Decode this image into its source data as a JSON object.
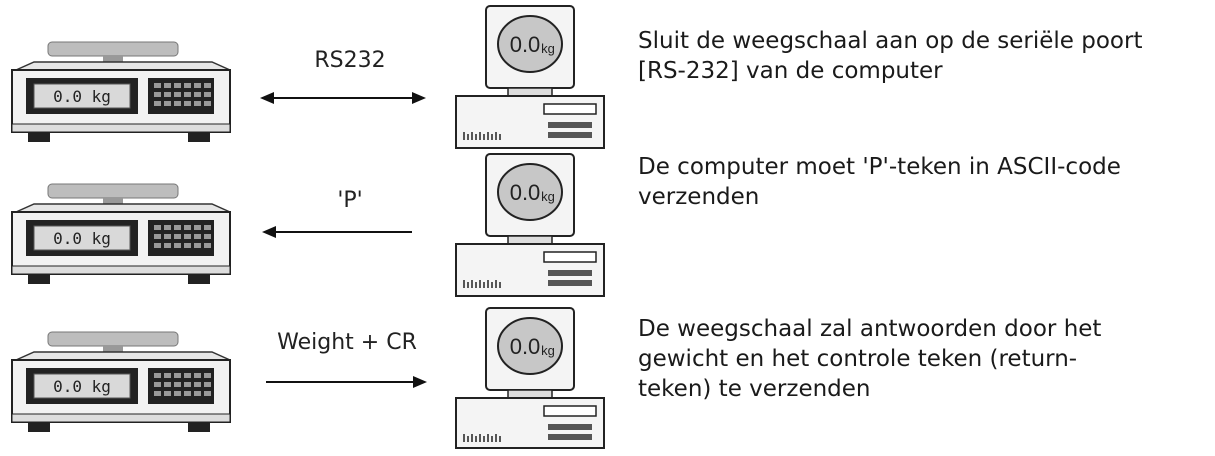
{
  "steps": [
    {
      "arrow_label": "RS232",
      "arrow_direction": "both",
      "scale_display": "0.0 kg",
      "computer_display": "0.0",
      "computer_unit": "kg",
      "description_lines": [
        "Sluit de weegschaal aan op de seriële poort",
        "[RS-232] van de computer"
      ]
    },
    {
      "arrow_label": "'P'",
      "arrow_direction": "left",
      "scale_display": "0.0 kg",
      "computer_display": "0.0",
      "computer_unit": "kg",
      "description_lines": [
        "De computer moet 'P'-teken in ASCII-code",
        "verzenden"
      ]
    },
    {
      "arrow_label": "Weight + CR",
      "arrow_direction": "right",
      "scale_display": "0.0 kg",
      "computer_display": "0.0",
      "computer_unit": "kg",
      "description_lines": [
        "De weegschaal zal antwoorden door het",
        "gewicht en het controle teken (return-",
        "teken) te verzenden"
      ]
    }
  ]
}
